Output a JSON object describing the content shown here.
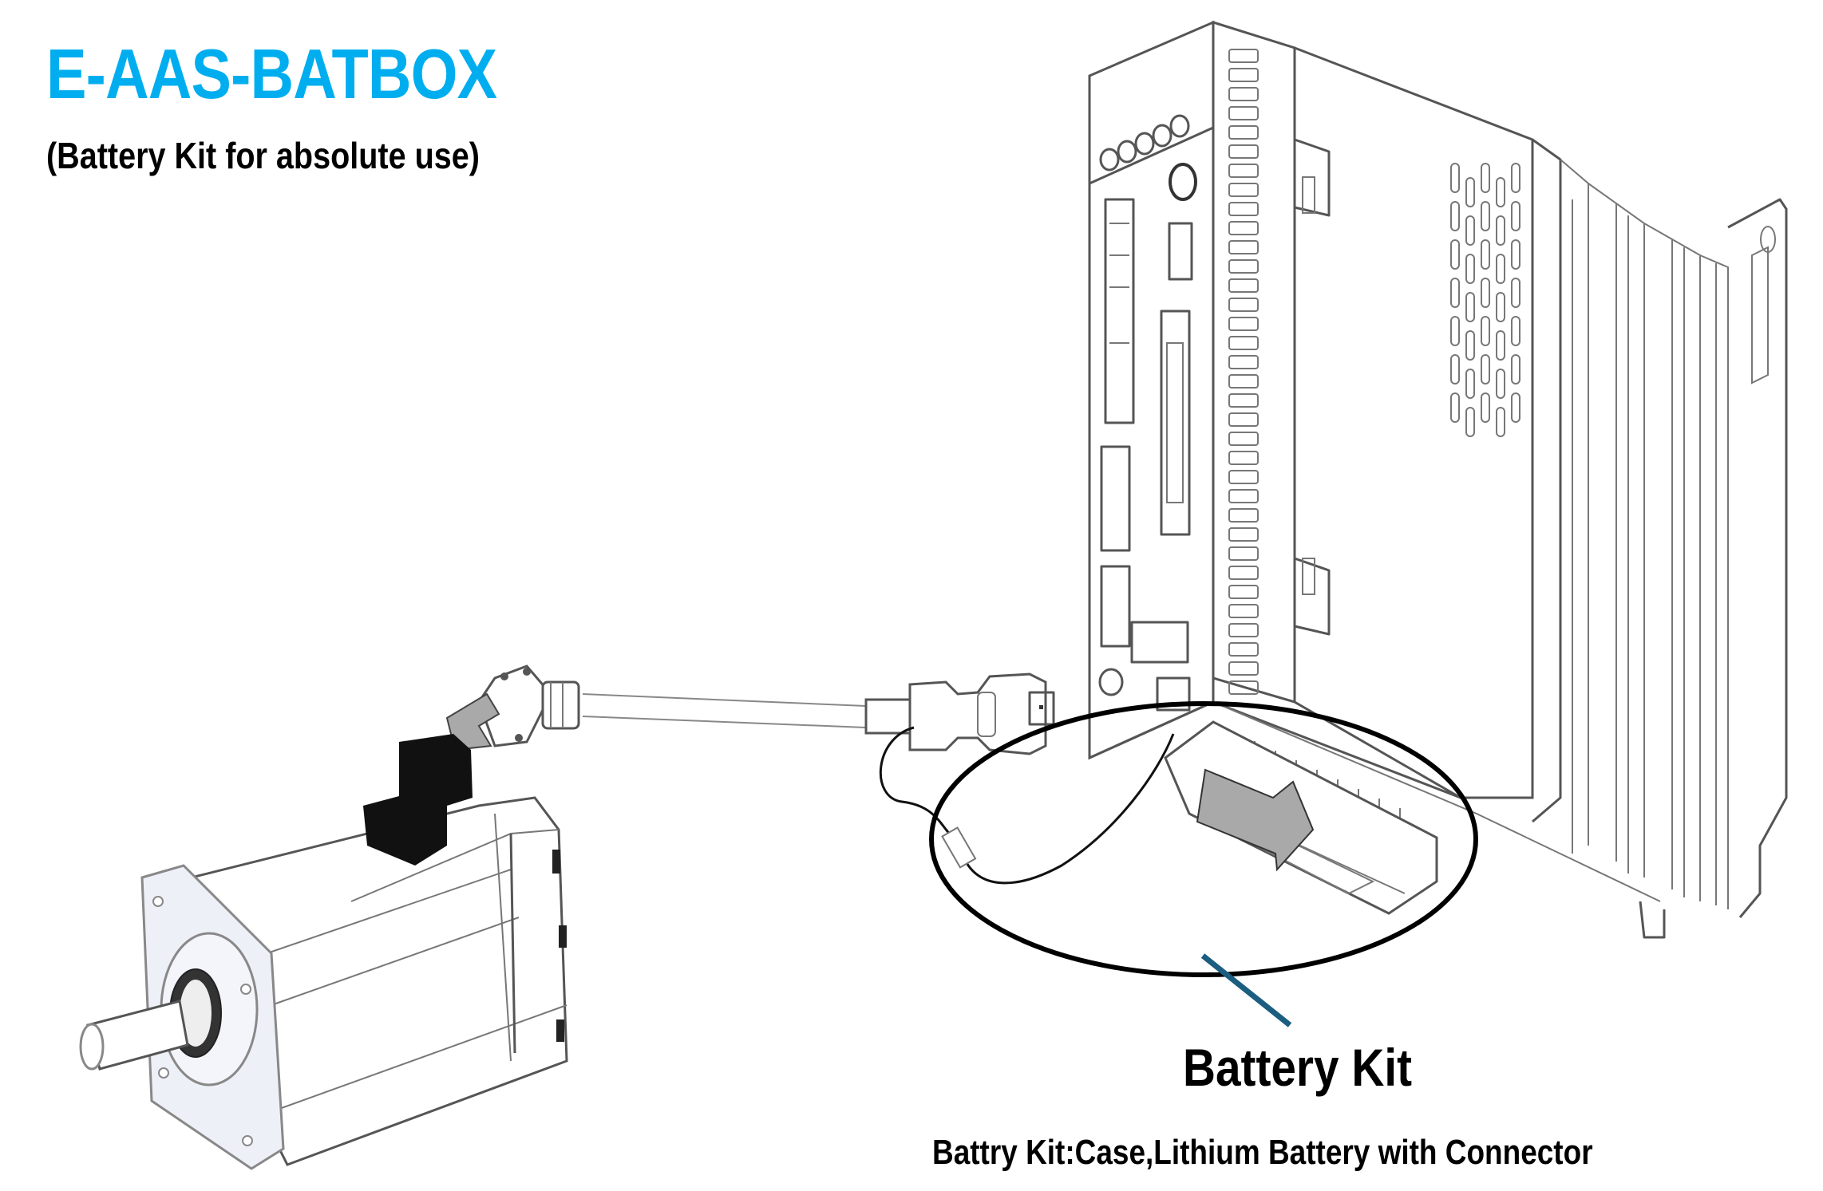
{
  "header": {
    "title": "E-AAS-BATBOX",
    "subtitle": "(Battery Kit for absolute use)"
  },
  "callout": {
    "label": "Battery Kit",
    "description": "Battry Kit:Case,Lithium Battery with Connector"
  },
  "illustration": {
    "components": [
      "servo-motor",
      "encoder-cable",
      "servo-drive",
      "battery-kit"
    ]
  },
  "colors": {
    "title": "#00aeef",
    "leader_line": "#1b5e80",
    "outline": "#000000",
    "arrow_fill": "#a9a9a9"
  }
}
